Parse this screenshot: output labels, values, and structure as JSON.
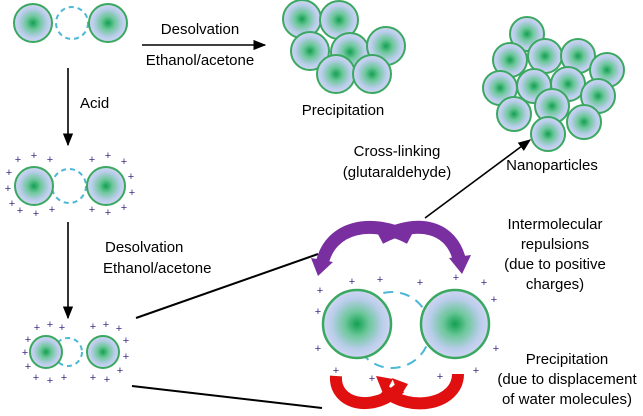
{
  "labels": {
    "desolvation_top": "Desolvation",
    "ethanol_acetone_top": "Ethanol/acetone",
    "precipitation_top": "Precipitation",
    "acid": "Acid",
    "desolvation_mid": "Desolvation",
    "ethanol_acetone_mid": "Ethanol/acetone",
    "crosslinking_1": "Cross-linking",
    "crosslinking_2": "(glutaraldehyde)",
    "nanoparticles": "Nanoparticles",
    "repulsion_1": "Intermolecular",
    "repulsion_2": "repulsions",
    "repulsion_3": "(due to positive",
    "repulsion_4": "charges)",
    "precip_1": "Precipitation",
    "precip_2": "(due to displacement",
    "precip_3": "of water molecules)"
  },
  "colors": {
    "particle_center": "#1aa653",
    "particle_edge": "#c9d3ef",
    "particle_outline": "#3aa860",
    "link_dash": "#4cb8d6",
    "charge": "#3d2a86",
    "repulsion_arrow": "#7a2fa0",
    "precipitation_arrow": "#e01010",
    "line": "#000000"
  },
  "charge_symbol": "+"
}
